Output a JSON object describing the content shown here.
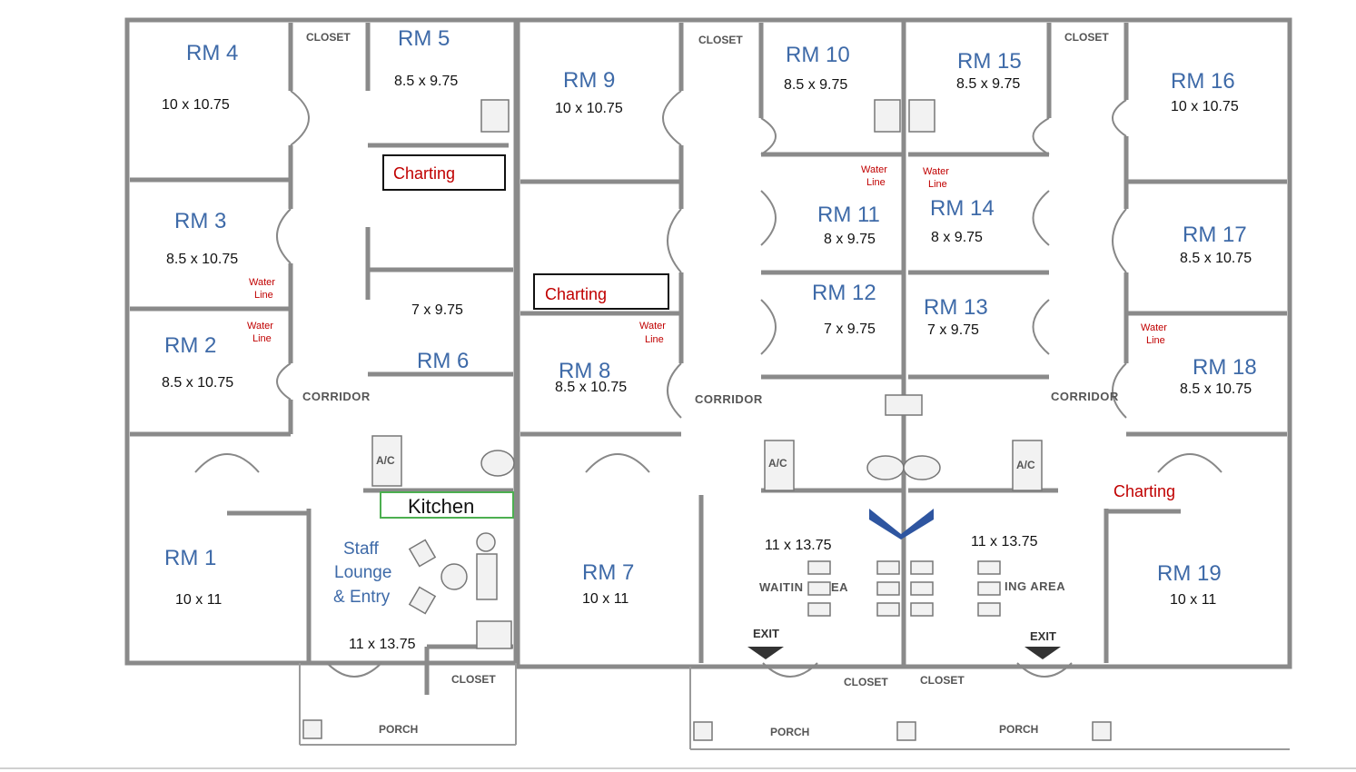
{
  "rooms": {
    "rm1": {
      "name": "RM 1",
      "size": "10 x 11"
    },
    "rm2": {
      "name": "RM 2",
      "size": "8.5 x 10.75"
    },
    "rm3": {
      "name": "RM 3",
      "size": "8.5 x 10.75"
    },
    "rm4": {
      "name": "RM 4",
      "size": "10 x 10.75"
    },
    "rm5": {
      "name": "RM 5",
      "size": "8.5 x 9.75"
    },
    "rm6": {
      "name": "RM 6",
      "size": "7 x 9.75"
    },
    "rm7": {
      "name": "RM 7",
      "size": "10 x 11"
    },
    "rm8": {
      "name": "RM 8",
      "size": "8.5 x 10.75"
    },
    "rm9": {
      "name": "RM 9",
      "size": "10 x 10.75"
    },
    "rm10": {
      "name": "RM 10",
      "size": "8.5 x 9.75"
    },
    "rm11": {
      "name": "RM 11",
      "size": "8 x 9.75"
    },
    "rm12": {
      "name": "RM 12",
      "size": "7 x 9.75"
    },
    "rm13": {
      "name": "RM 13",
      "size": "7 x 9.75"
    },
    "rm14": {
      "name": "RM 14",
      "size": "8 x 9.75"
    },
    "rm15": {
      "name": "RM 15",
      "size": "8.5 x 9.75"
    },
    "rm16": {
      "name": "RM 16",
      "size": "10 x 10.75"
    },
    "rm17": {
      "name": "RM 17",
      "size": "8.5 x 10.75"
    },
    "rm18": {
      "name": "RM 18",
      "size": "8.5 x 10.75"
    },
    "rm19": {
      "name": "RM 19",
      "size": "10 x 11"
    }
  },
  "labels": {
    "closet": "CLOSET",
    "corridor": "CORRIDOR",
    "porch": "PORCH",
    "exit": "EXIT",
    "ac": "A/C",
    "water_line_1": "Water",
    "water_line_2": "Line",
    "charting": "Charting",
    "kitchen": "Kitchen",
    "lounge_1": "Staff",
    "lounge_2": "Lounge",
    "lounge_3": "& Entry",
    "lounge_size": "11 x 13.75",
    "waiting_left": "WAITIN",
    "waiting_mid": "EA",
    "waiting_right": "ING AREA",
    "waiting_size_left": "11 x 13.75",
    "waiting_size_right": "11 x 13.75"
  },
  "colors": {
    "room_label": "#3e6aa8",
    "charting": "#c00000",
    "water_line": "#c00000",
    "entry_arrow": "#2e55a0",
    "kitchen_border": "#4caf50"
  }
}
